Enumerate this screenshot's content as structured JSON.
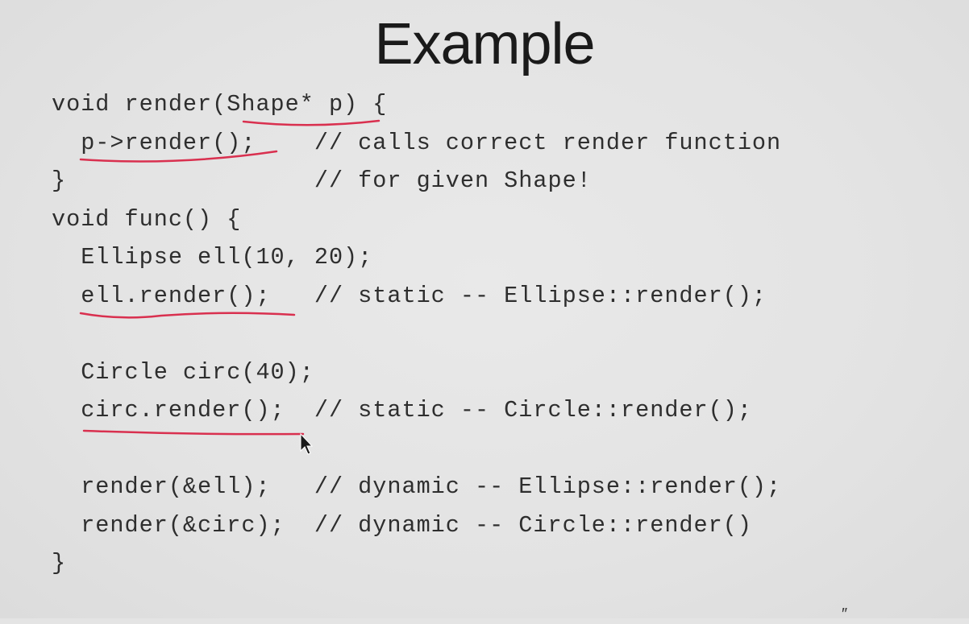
{
  "slide": {
    "title": "Example",
    "code_lines": [
      "void render(Shape* p) {",
      "  p->render();    // calls correct render function",
      "}                 // for given Shape!",
      "void func() {",
      "  Ellipse ell(10, 20);",
      "  ell.render();   // static -- Ellipse::render();",
      "",
      "  Circle circ(40);",
      "  circ.render();  // static -- Circle::render();",
      "",
      "  render(&ell);   // dynamic -- Ellipse::render();",
      "  render(&circ);  // dynamic -- Circle::render()",
      "}"
    ],
    "annotation_color": "#d9304f",
    "icons": [
      "mouse-cursor-icon"
    ]
  }
}
